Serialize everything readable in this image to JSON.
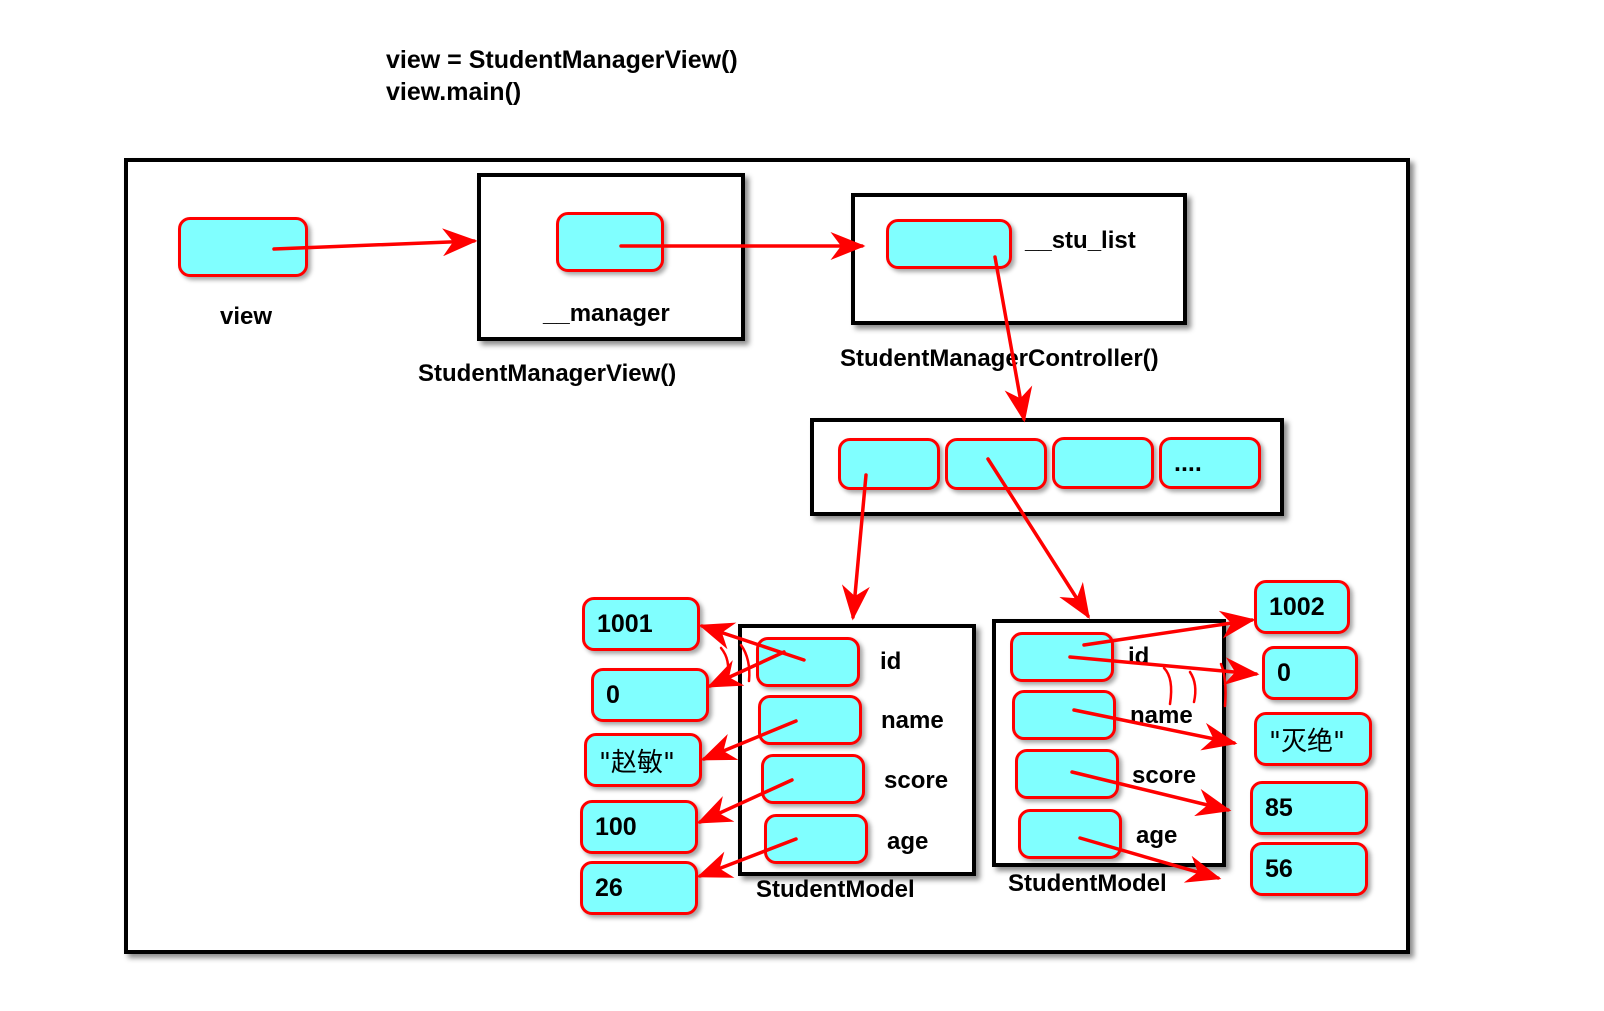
{
  "code_lines": [
    "view = StudentManagerView()",
    "view.main()"
  ],
  "labels": {
    "view": "view",
    "manager": "__manager",
    "view_class": "StudentManagerView()",
    "stu_list": "__stu_list",
    "controller_class": "StudentManagerController()",
    "list_ellipsis": "....",
    "model_class": "StudentModel"
  },
  "fields": [
    "id",
    "name",
    "score",
    "age"
  ],
  "student1": {
    "values": [
      "1001",
      "0",
      "\"赵敏\"",
      "100",
      "26"
    ]
  },
  "student2": {
    "values": [
      "1002",
      "0",
      "\"灭绝\"",
      "85",
      "56"
    ]
  },
  "colors": {
    "cell_fill": "#80ffff",
    "cell_border": "#ff0000",
    "arrow": "#ff0000",
    "frame": "#000000"
  }
}
